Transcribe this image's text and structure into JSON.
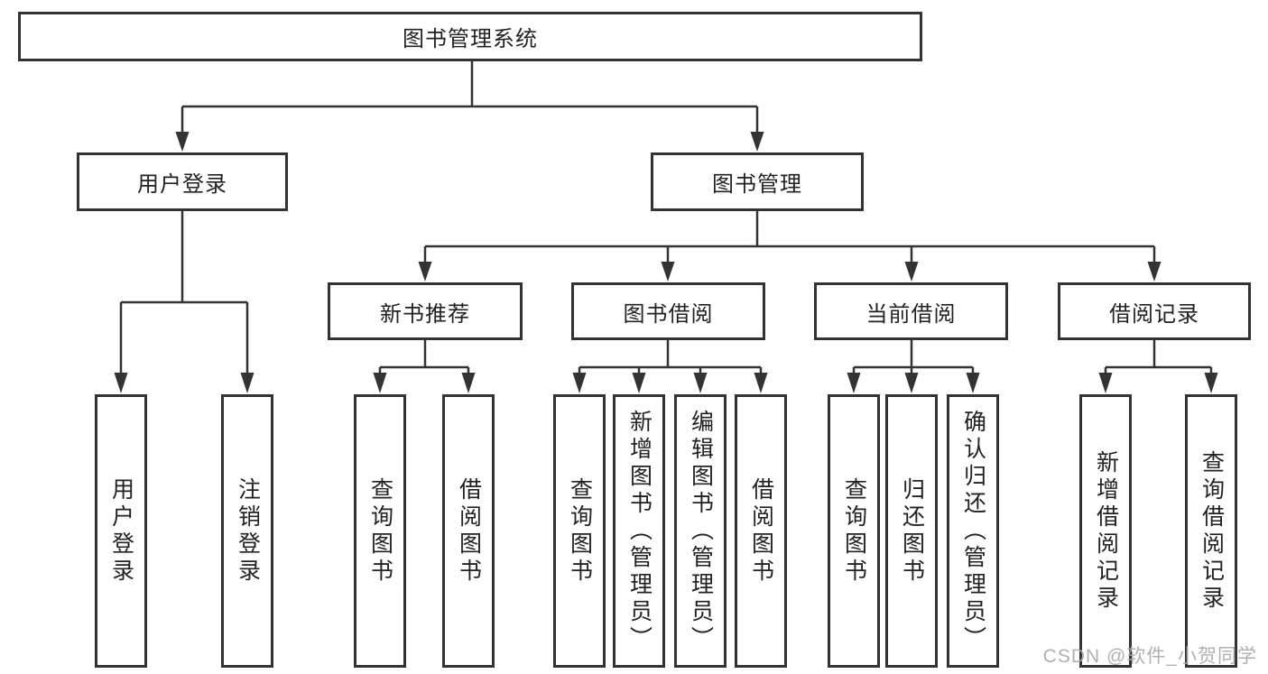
{
  "tree": {
    "root": {
      "label": "图书管理系统"
    },
    "level2": [
      {
        "label": "用户登录",
        "leaves": [
          {
            "label": "用户登录"
          },
          {
            "label": "注销登录"
          }
        ]
      },
      {
        "label": "图书管理",
        "level3": [
          {
            "label": "新书推荐",
            "leaves": [
              {
                "label": "查询图书"
              },
              {
                "label": "借阅图书"
              }
            ]
          },
          {
            "label": "图书借阅",
            "leaves": [
              {
                "label": "查询图书"
              },
              {
                "label": "新增图书（管理员）"
              },
              {
                "label": "编辑图书（管理员）"
              },
              {
                "label": "借阅图书"
              }
            ]
          },
          {
            "label": "当前借阅",
            "leaves": [
              {
                "label": "查询图书"
              },
              {
                "label": "归还图书"
              },
              {
                "label": "确认归还（管理员）"
              }
            ]
          },
          {
            "label": "借阅记录",
            "leaves": [
              {
                "label": "新增借阅记录"
              },
              {
                "label": "查询借阅记录"
              }
            ]
          }
        ]
      }
    ]
  },
  "watermark": {
    "text": "CSDN @软件_小贺同学"
  },
  "colors": {
    "line": "#333333",
    "box_border": "#333333",
    "text": "#222222",
    "watermark": "#a8a8a8",
    "background": "#ffffff"
  }
}
